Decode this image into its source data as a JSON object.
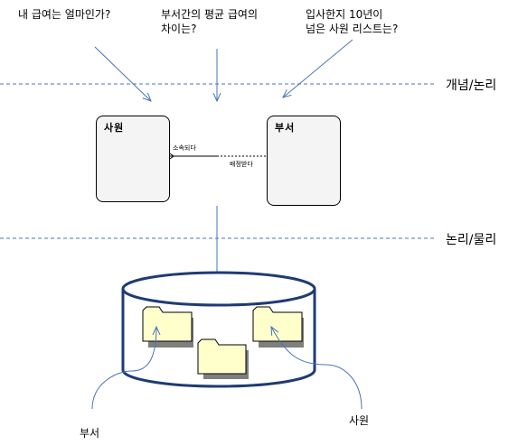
{
  "questions": [
    {
      "lines": [
        "내 급여는 얼마인가?"
      ]
    },
    {
      "lines": [
        "부서간의 평균 급여의",
        "차이는?"
      ]
    },
    {
      "lines": [
        "입사한지 10년이",
        "넘은 사원 리스트는?"
      ]
    }
  ],
  "layers": {
    "conceptual_logical": "개념/논리",
    "logical_physical": "논리/물리"
  },
  "entities": {
    "employee": "사원",
    "department": "부서"
  },
  "relationship": {
    "employee_side": "소속되다",
    "department_side": "배정받다"
  },
  "physical": {
    "department_label": "부서",
    "employee_label": "사원"
  },
  "colors": {
    "arrow": "#4a74b8",
    "folder_fill": "#ffffcc",
    "folder_shadow": "#7f7f7f",
    "dashed_line": "#4a74b8",
    "cylinder_stroke": "#1f3b73"
  }
}
